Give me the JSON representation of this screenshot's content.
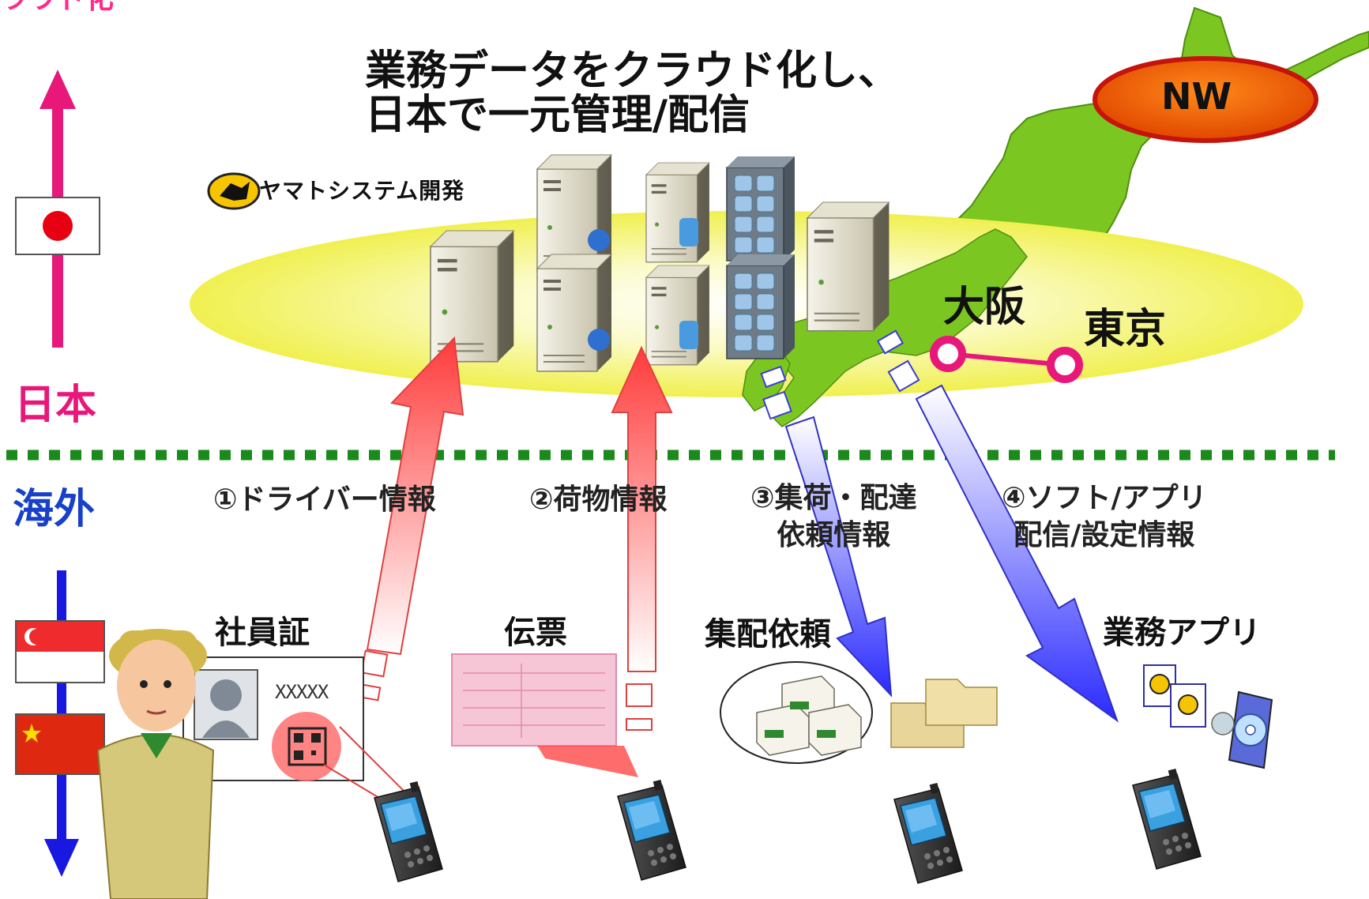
{
  "heading_fragment": "ラウド化",
  "title_lines": [
    "業務データをクラウド化し、",
    "日本で一元管理/配信"
  ],
  "company": "ヤマトシステム開発",
  "network_label": "NW",
  "regions": {
    "japan": "日本",
    "overseas": "海外"
  },
  "cities": {
    "osaka": "大阪",
    "tokyo": "東京"
  },
  "flows": {
    "driver": "①ドライバー情報",
    "parcel": "②荷物情報",
    "pickup": [
      "③集荷・配達",
      "依頼情報"
    ],
    "software": [
      "④ソフト/アプリ",
      "配信/設定情報"
    ]
  },
  "items": {
    "id_card": "社員証",
    "slip": "伝票",
    "request": "集配依頼",
    "apps": "業務アプリ"
  },
  "id_card_text": "XXXXX",
  "colors": {
    "japan_accent": "#e8177a",
    "overseas_accent": "#1840c8",
    "map_green": "#7cc622",
    "ellipse_yellow": "#f2f25a",
    "nw_orange": "#ff6a00",
    "upload_arrow": "#ff4d4d",
    "download_arrow": "#4040ff"
  }
}
